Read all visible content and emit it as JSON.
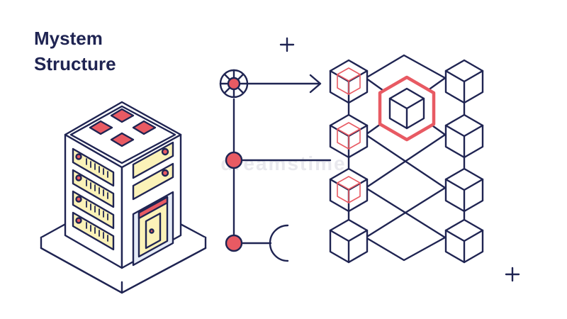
{
  "title": {
    "line1": "Mystem",
    "line2": "Structure"
  },
  "watermark": "dreamstime",
  "colors": {
    "navy": "#1f2452",
    "accent": "#e85a63",
    "cream": "#fbf2b8",
    "background": "#ffffff"
  },
  "icons": {
    "server": "server-rack-icon",
    "hub": "network-hub-icon",
    "node": "node-dot-icon",
    "cube": "block-cube-icon",
    "plus": "plus-icon"
  }
}
